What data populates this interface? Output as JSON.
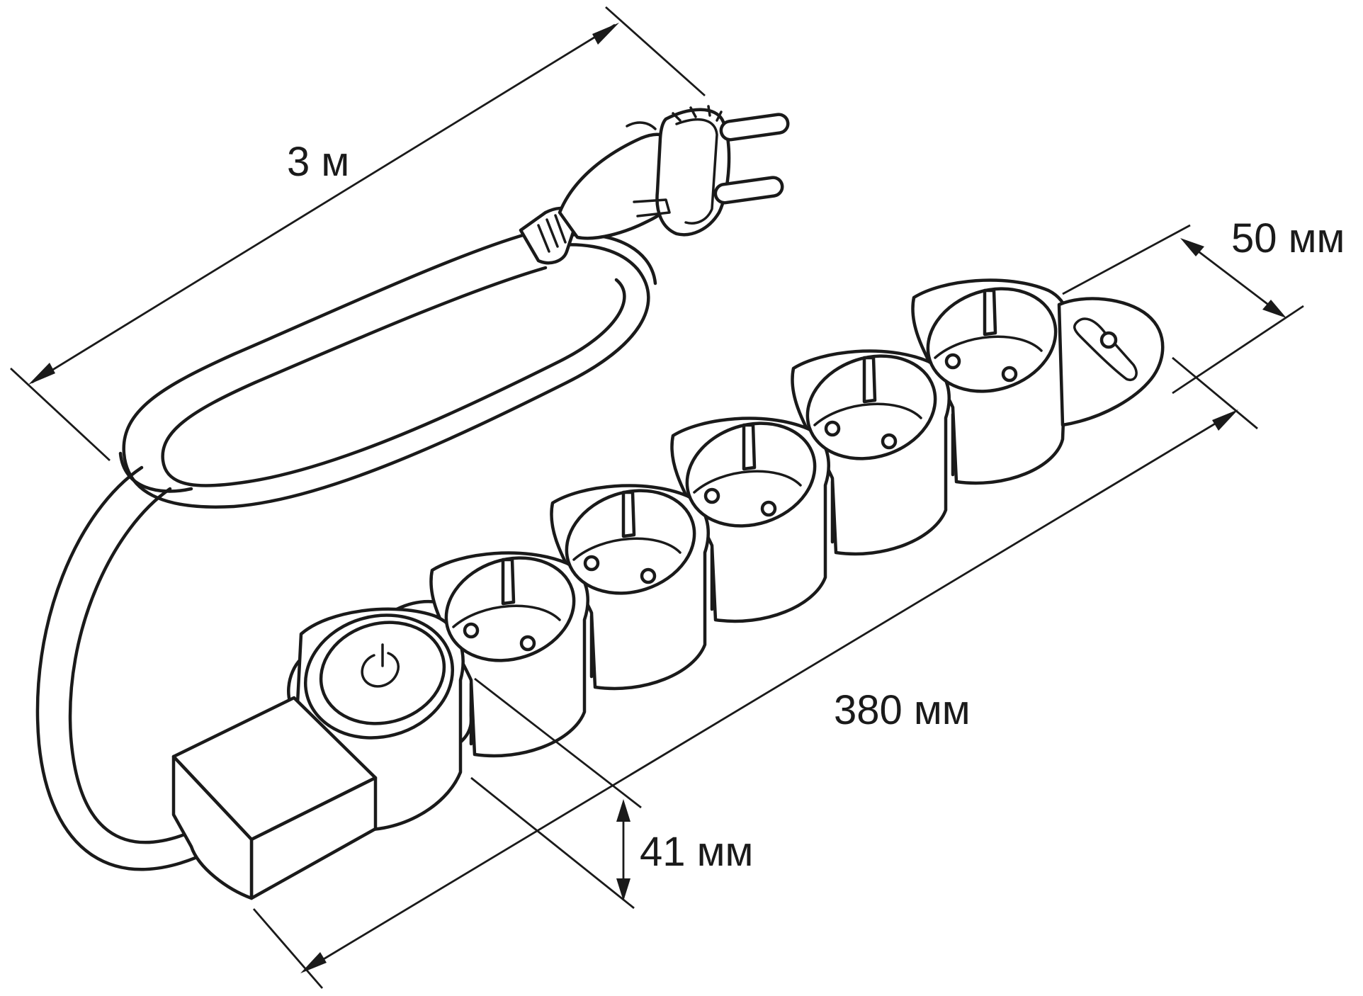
{
  "dimensions": {
    "cord_length": "3 м",
    "width": "50 мм",
    "length": "380 мм",
    "height": "41 мм"
  },
  "colors": {
    "line": "#1a1a1a",
    "background": "#ffffff"
  },
  "icons": [
    "power-icon"
  ]
}
